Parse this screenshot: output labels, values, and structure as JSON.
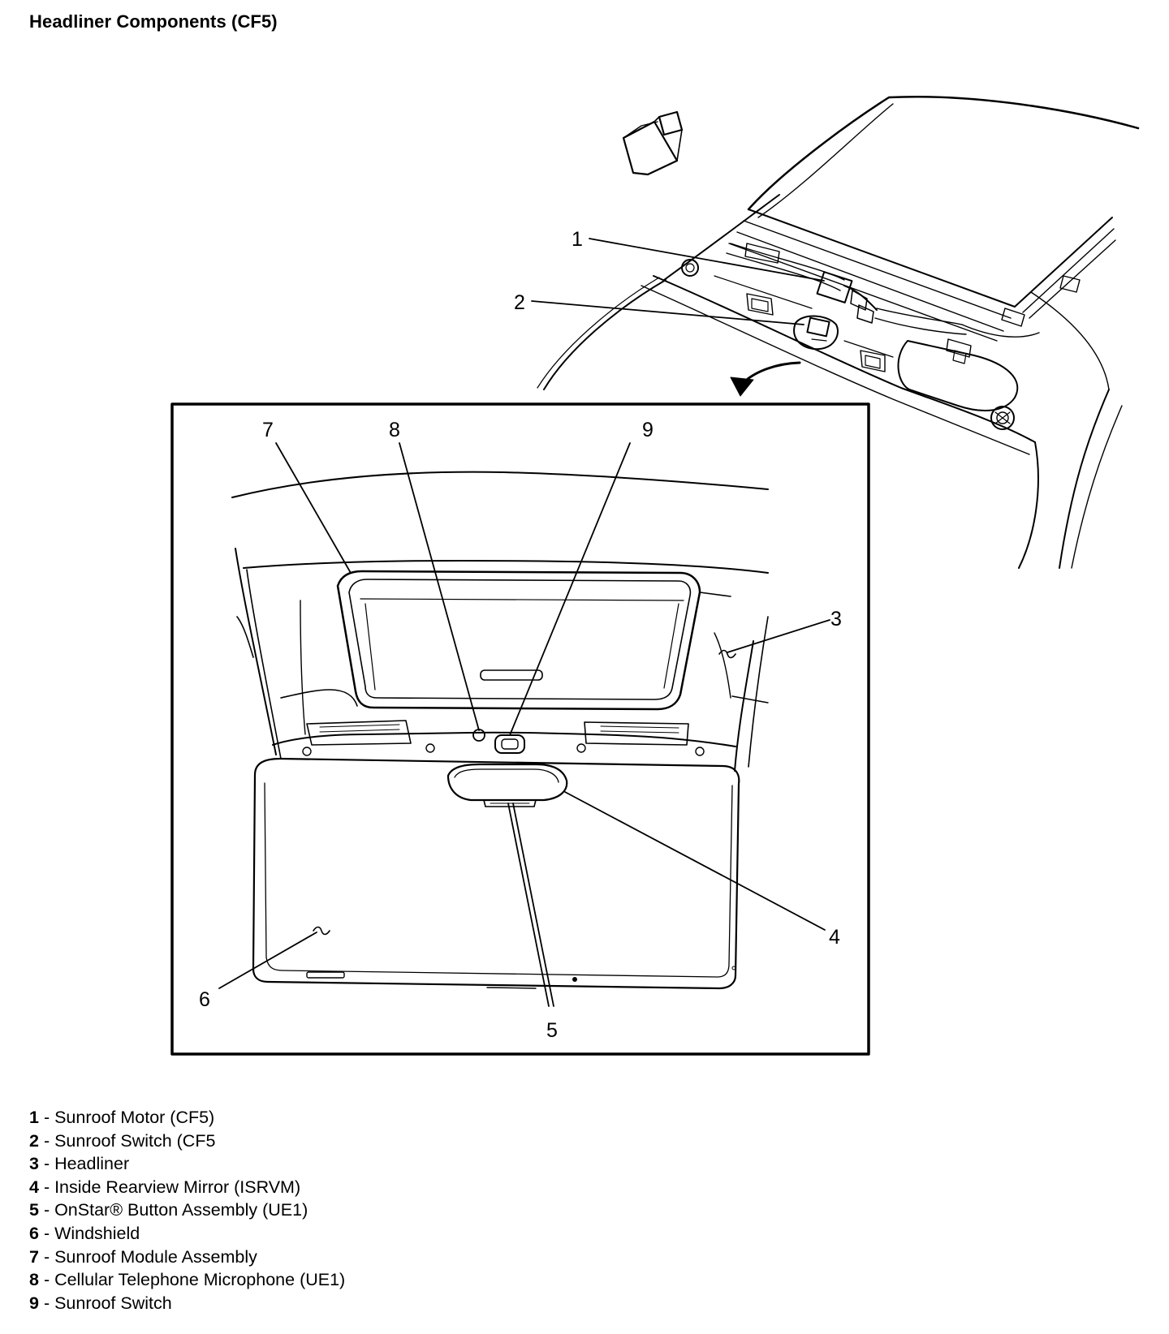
{
  "page": {
    "title": "Headliner Components (CF5)"
  },
  "callouts": {
    "c1": "1",
    "c2": "2",
    "c3": "3",
    "c4": "4",
    "c5": "5",
    "c6": "6",
    "c7": "7",
    "c8": "8",
    "c9": "9"
  },
  "legend": {
    "items": [
      {
        "num": "1",
        "sep": " - ",
        "text": "Sunroof Motor (CF5)"
      },
      {
        "num": "2",
        "sep": " - ",
        "text": "Sunroof Switch (CF5"
      },
      {
        "num": "3",
        "sep": " - ",
        "text": "Headliner"
      },
      {
        "num": "4",
        "sep": " - ",
        "text": "Inside Rearview Mirror (ISRVM)"
      },
      {
        "num": "5",
        "sep": " - ",
        "text": "OnStar® Button Assembly (UE1)"
      },
      {
        "num": "6",
        "sep": " - ",
        "text": "Windshield"
      },
      {
        "num": "7",
        "sep": " - ",
        "text": "Sunroof Module Assembly"
      },
      {
        "num": "8",
        "sep": " - ",
        "text": "Cellular Telephone Microphone (UE1)"
      },
      {
        "num": "9",
        "sep": " - ",
        "text": "Sunroof Switch"
      }
    ]
  },
  "colors": {
    "line": "#000000",
    "background": "#ffffff"
  },
  "icons": {
    "direction_arrow": "forward-arrow-icon",
    "zoom_arrow": "curved-arrow-icon"
  }
}
